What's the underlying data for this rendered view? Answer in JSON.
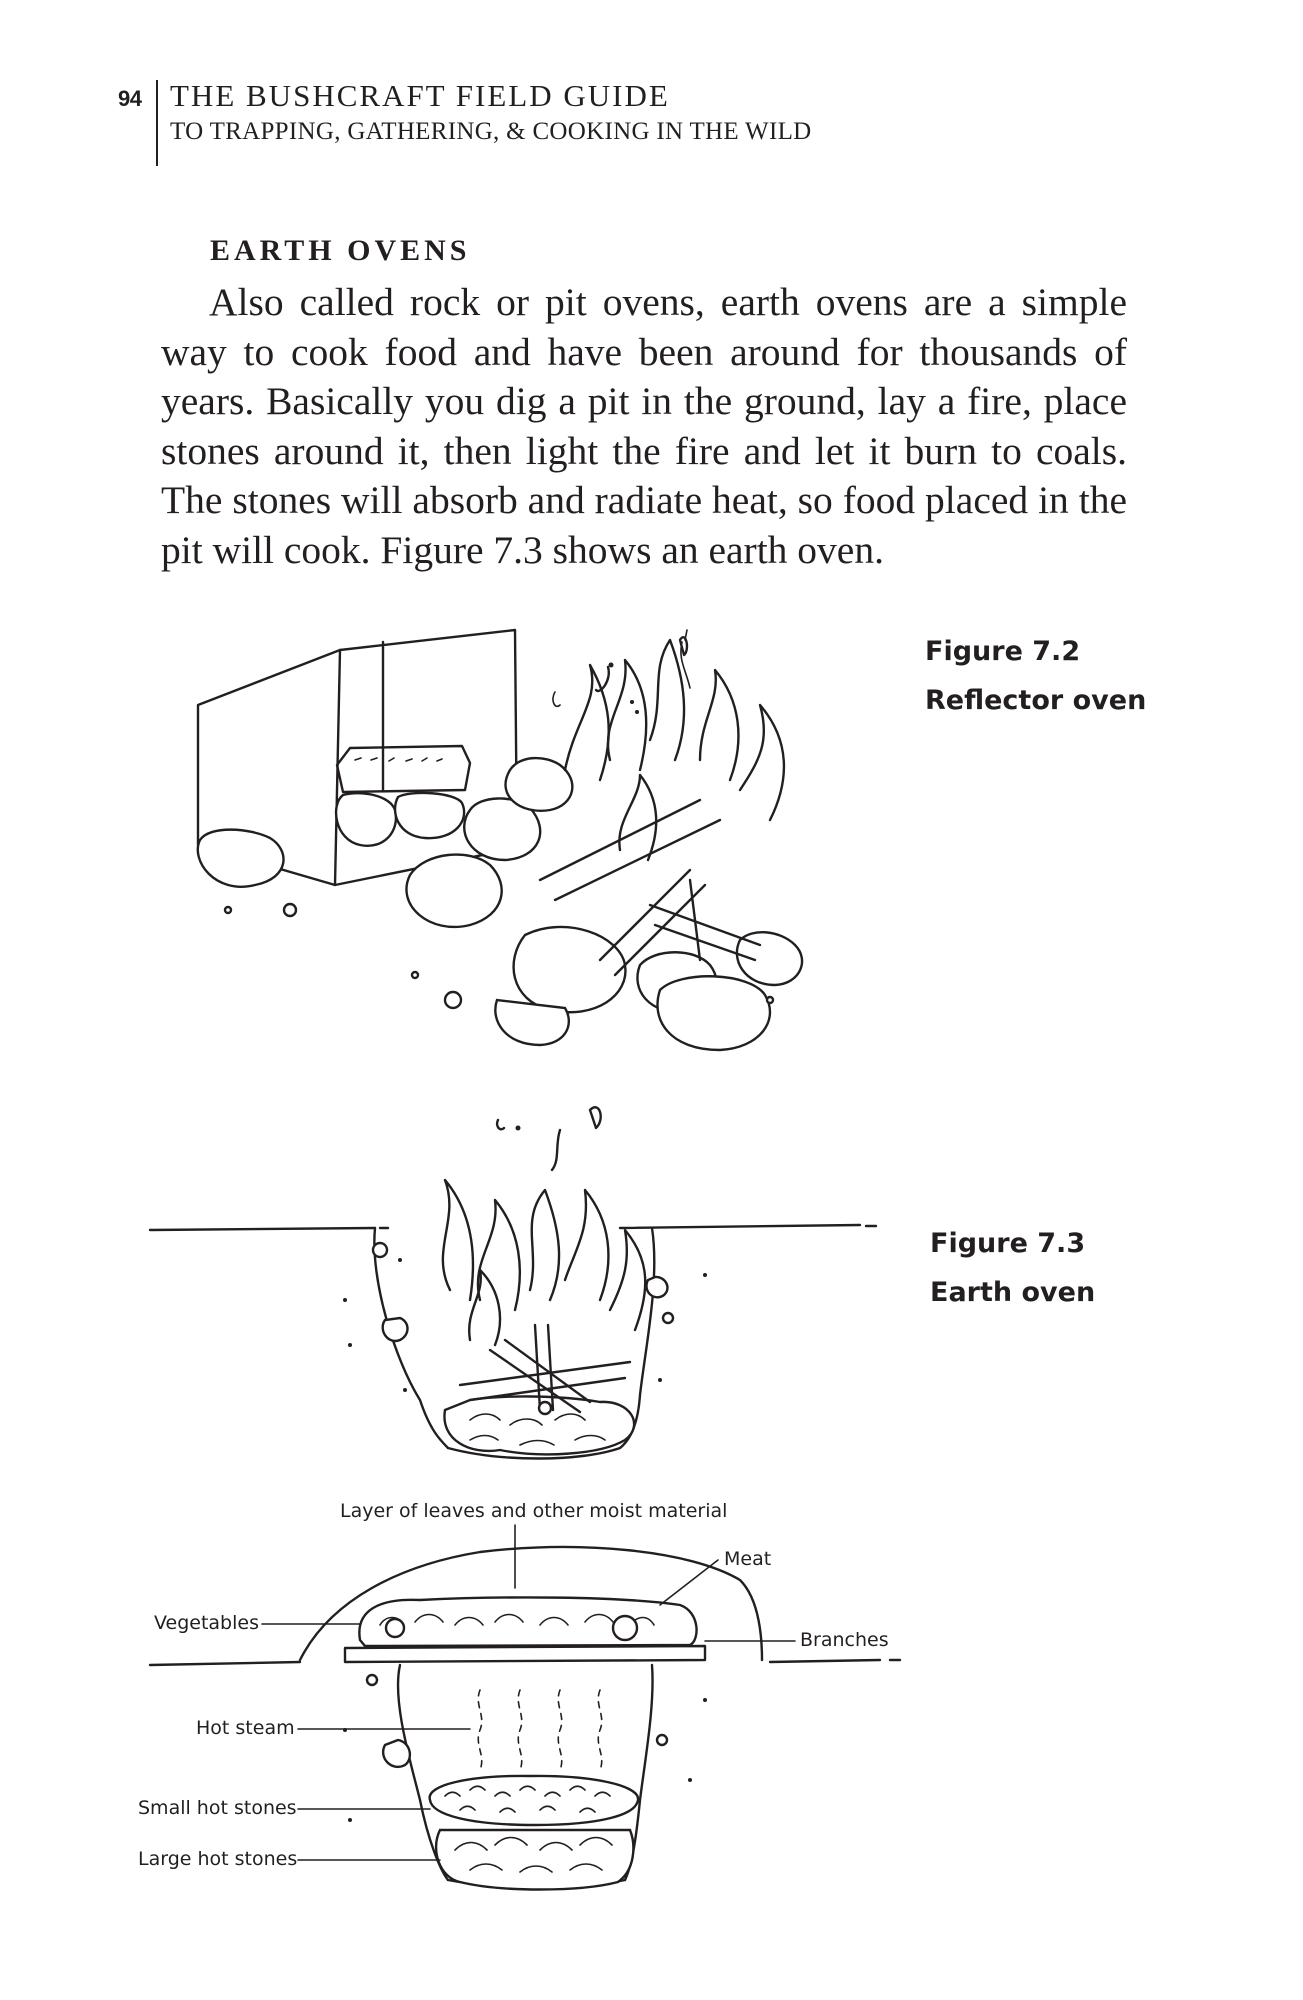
{
  "header": {
    "page_number": "94",
    "title": "THE BUSHCRAFT FIELD GUIDE",
    "subtitle": "TO TRAPPING, GATHERING, & COOKING IN THE WILD"
  },
  "section": {
    "heading": "EARTH OVENS",
    "paragraph": "Also called rock or pit ovens, earth ovens are a simple way to cook food and have been around for thousands of years. Basically you dig a pit in the ground, lay a fire, place stones around it, then light the fire and let it burn to coals. The stones will absorb and radiate heat, so food placed in the pit will cook. Figure 7.3 shows an earth oven."
  },
  "figures": [
    {
      "number": "Figure 7.2",
      "title": "Reflector oven"
    },
    {
      "number": "Figure 7.3",
      "title": "Earth oven"
    }
  ],
  "diagram_labels": {
    "layer": "Layer of leaves and other moist material",
    "meat": "Meat",
    "vegetables": "Vegetables",
    "branches": "Branches",
    "hot_steam": "Hot steam",
    "small_stones": "Small hot stones",
    "large_stones": "Large hot stones"
  },
  "colors": {
    "ink": "#231f20",
    "paper": "#ffffff"
  }
}
